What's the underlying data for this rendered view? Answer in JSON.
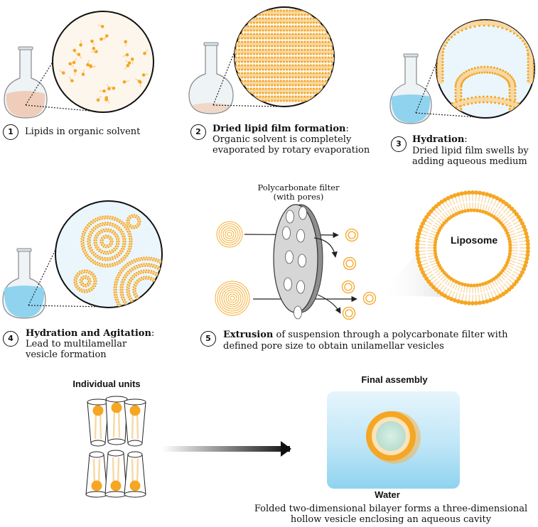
{
  "steps": [
    {
      "num": "1",
      "title": "",
      "desc": "Lipids in organic solvent"
    },
    {
      "num": "2",
      "title": "Dried lipid film formation",
      "sep": ":",
      "desc1": "Organic solvent is completely",
      "desc2": "evaporated by rotary evaporation"
    },
    {
      "num": "3",
      "title": "Hydration",
      "sep": ":",
      "desc1": "Dried lipid film swells by",
      "desc2": "adding aqueous medium"
    },
    {
      "num": "4",
      "title": "Hydration and Agitation",
      "sep": ":",
      "desc1": "Lead to multilamellar",
      "desc2": "vesicle formation"
    },
    {
      "num": "5",
      "title": "Extrusion",
      "desc1": " of suspension through a polycarbonate filter with",
      "desc2": "defined pore size to obtain unilamellar vesicles"
    }
  ],
  "filter_label": {
    "line1": "Polycarbonate filter",
    "line2": "(with pores)"
  },
  "liposome_label": "Liposome",
  "bottom": {
    "individual_units": "Individual units",
    "final_assembly": "Final assembly",
    "water": "Water",
    "caption1": "Folded two-dimensional bilayer forms a three-dimensional",
    "caption2": "hollow vesicle enclosing an aqueous cavity"
  },
  "colors": {
    "lipid": "#f5a623",
    "lipid_tail": "#f7d9a6",
    "aqueous": "#8fd3ef",
    "solvent": "#efc9b4",
    "outline": "#222222"
  }
}
